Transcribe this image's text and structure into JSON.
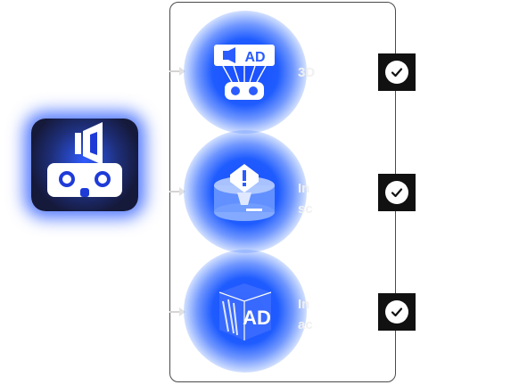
{
  "main": {
    "icon": "vr-headset-megaphone-icon",
    "caption": "",
    "glow_color": "#1f5cff"
  },
  "items": [
    {
      "icon": "billboard-vr-icon",
      "text_line1": "3D",
      "text_line2": "",
      "status": "checked"
    },
    {
      "icon": "warning-projector-icon",
      "text_line1": "In",
      "text_line2": "sc",
      "status": "checked"
    },
    {
      "icon": "ad-cube-icon",
      "text_line1": "In",
      "text_line2": "ac",
      "status": "checked"
    }
  ],
  "colors": {
    "accent": "#1f5cff",
    "check_box": "#111111",
    "panel_border": "#4a4a4a"
  }
}
